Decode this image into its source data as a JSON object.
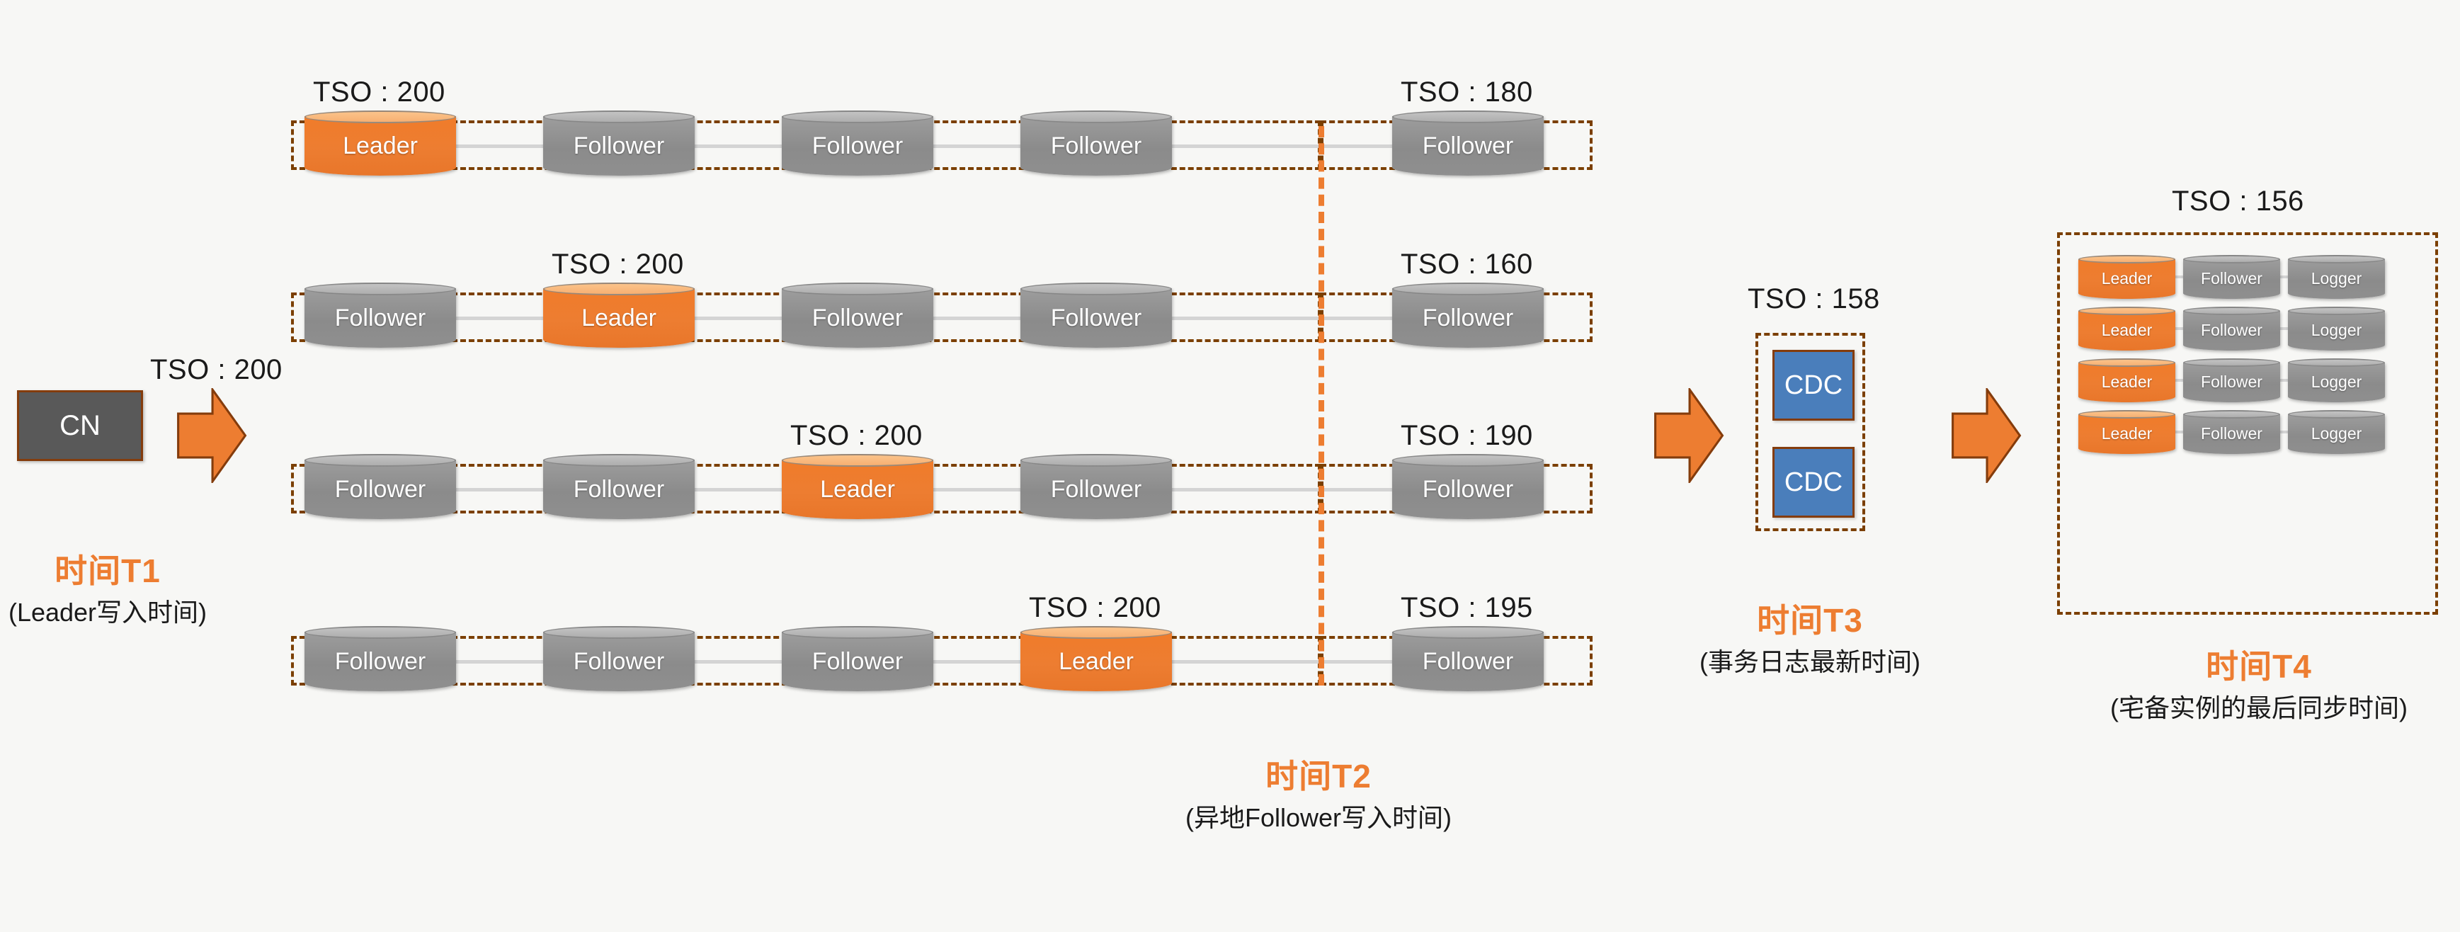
{
  "diagram": {
    "title": "TSO timeline across Leader / Follower replicas, CDC and backup instance",
    "accent_color": "#ed7d31",
    "box_border_color": "#7b3f00",
    "cn_fill": "#595959",
    "cdc_fill": "#4a7ebb",
    "follower_fill": "#8b8b8b"
  },
  "source": {
    "node_label": "CN",
    "arrow_tso": "TSO : 200"
  },
  "phases": [
    {
      "id": "T1",
      "title": "时间T1",
      "subtitle": "(Leader写入时间)"
    },
    {
      "id": "T2",
      "title": "时间T2",
      "subtitle": "(异地Follower写入时间)"
    },
    {
      "id": "T3",
      "title": "时间T3",
      "subtitle": "(事务日志最新时间)"
    },
    {
      "id": "T4",
      "title": "时间T4",
      "subtitle": "(宅备实例的最后同步时间)"
    }
  ],
  "replica_rows": [
    {
      "row": 1,
      "local_tso": "TSO : 200",
      "remote_tso": "TSO : 180",
      "local_nodes": [
        {
          "label": "Leader",
          "role": "leader"
        },
        {
          "label": "Follower",
          "role": "follower"
        },
        {
          "label": "Follower",
          "role": "follower"
        },
        {
          "label": "Follower",
          "role": "follower"
        }
      ],
      "remote_nodes": [
        {
          "label": "Follower",
          "role": "follower"
        }
      ]
    },
    {
      "row": 2,
      "local_tso": "TSO : 200",
      "remote_tso": "TSO : 160",
      "local_nodes": [
        {
          "label": "Follower",
          "role": "follower"
        },
        {
          "label": "Leader",
          "role": "leader"
        },
        {
          "label": "Follower",
          "role": "follower"
        },
        {
          "label": "Follower",
          "role": "follower"
        }
      ],
      "remote_nodes": [
        {
          "label": "Follower",
          "role": "follower"
        }
      ]
    },
    {
      "row": 3,
      "local_tso": "TSO : 200",
      "remote_tso": "TSO : 190",
      "local_nodes": [
        {
          "label": "Follower",
          "role": "follower"
        },
        {
          "label": "Follower",
          "role": "follower"
        },
        {
          "label": "Leader",
          "role": "leader"
        },
        {
          "label": "Follower",
          "role": "follower"
        }
      ],
      "remote_nodes": [
        {
          "label": "Follower",
          "role": "follower"
        }
      ]
    },
    {
      "row": 4,
      "local_tso": "TSO : 200",
      "remote_tso": "TSO : 195",
      "local_nodes": [
        {
          "label": "Follower",
          "role": "follower"
        },
        {
          "label": "Follower",
          "role": "follower"
        },
        {
          "label": "Follower",
          "role": "follower"
        },
        {
          "label": "Leader",
          "role": "leader"
        }
      ],
      "remote_nodes": [
        {
          "label": "Follower",
          "role": "follower"
        }
      ]
    }
  ],
  "cdc": {
    "tso": "TSO : 158",
    "boxes": [
      {
        "label": "CDC"
      },
      {
        "label": "CDC"
      }
    ]
  },
  "backup": {
    "tso": "TSO : 156",
    "rows": [
      [
        {
          "label": "Leader",
          "role": "leader"
        },
        {
          "label": "Follower",
          "role": "follower"
        },
        {
          "label": "Logger",
          "role": "logger"
        }
      ],
      [
        {
          "label": "Leader",
          "role": "leader"
        },
        {
          "label": "Follower",
          "role": "follower"
        },
        {
          "label": "Logger",
          "role": "logger"
        }
      ],
      [
        {
          "label": "Leader",
          "role": "leader"
        },
        {
          "label": "Follower",
          "role": "follower"
        },
        {
          "label": "Logger",
          "role": "logger"
        }
      ],
      [
        {
          "label": "Leader",
          "role": "leader"
        },
        {
          "label": "Follower",
          "role": "follower"
        },
        {
          "label": "Logger",
          "role": "logger"
        }
      ]
    ]
  }
}
